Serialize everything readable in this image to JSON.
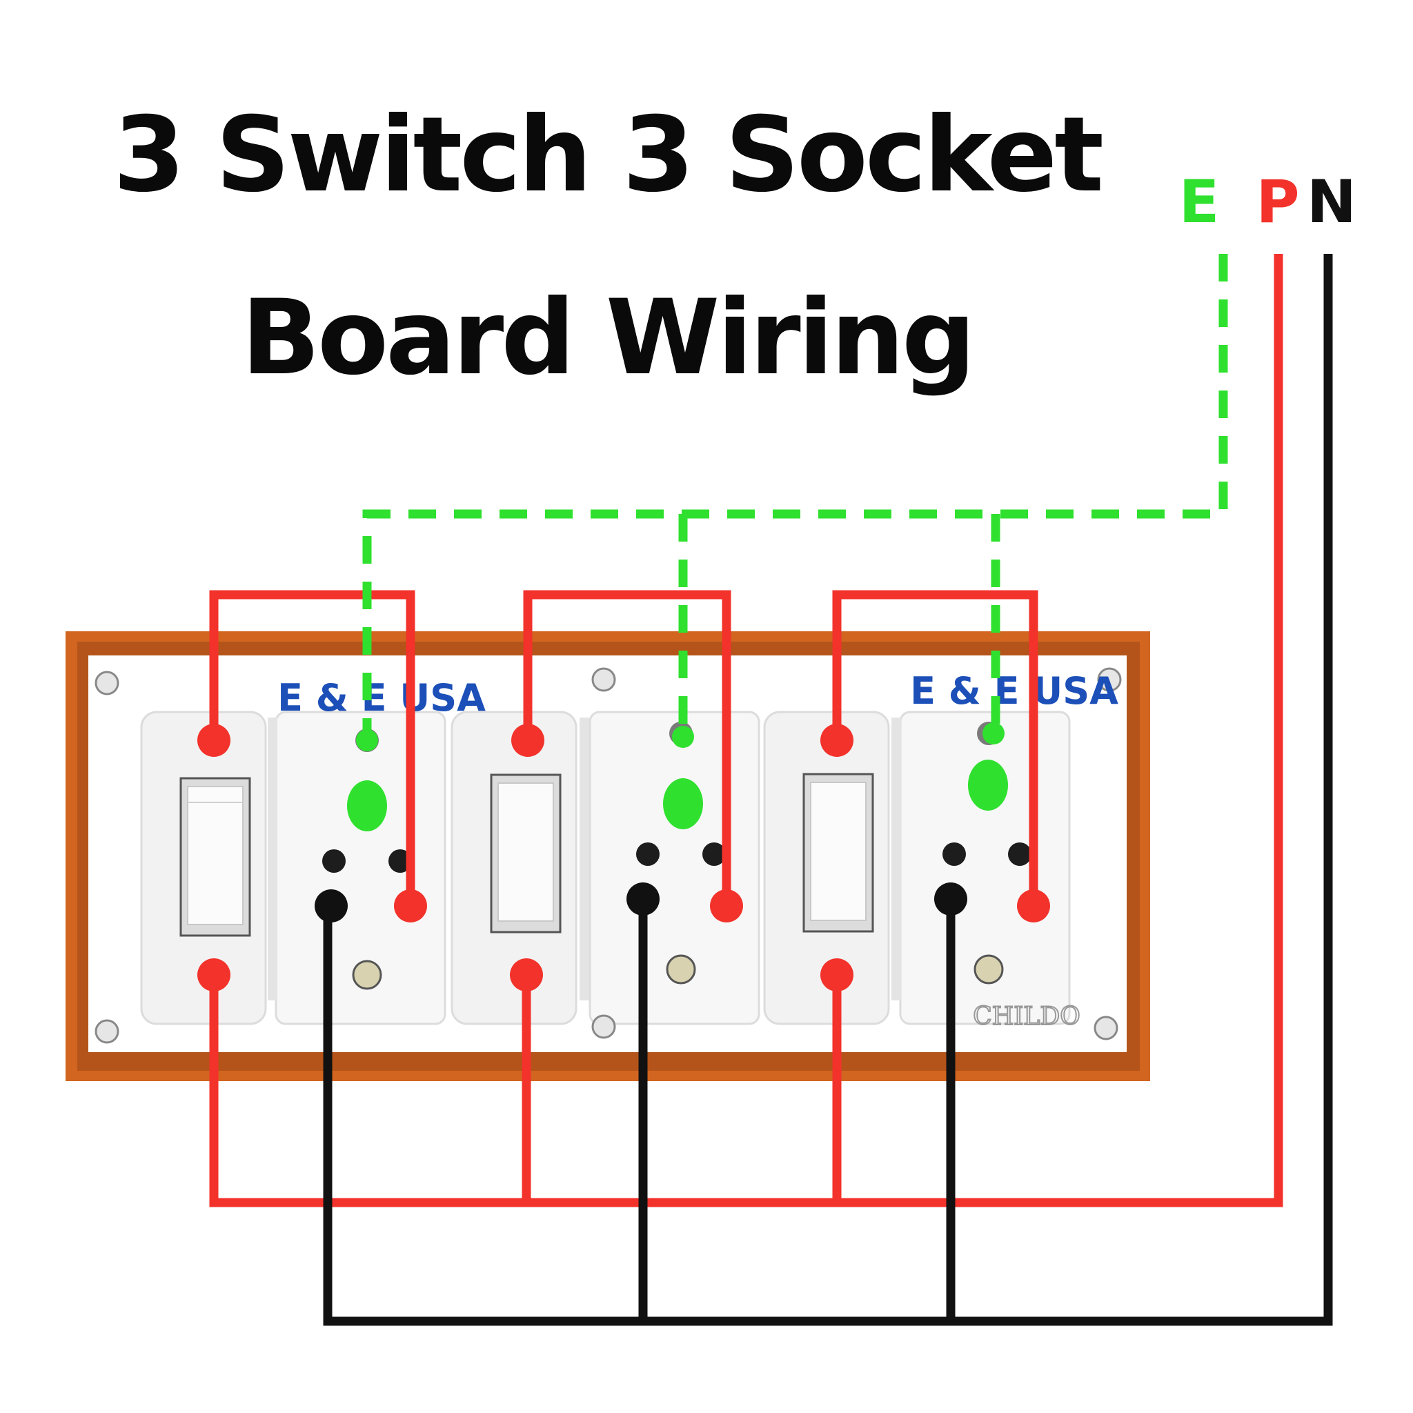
{
  "title": {
    "line1": "3 Switch 3 Socket",
    "line2": "Board Wiring"
  },
  "supply_labels": {
    "earth": "E",
    "phase": "P",
    "neutral": "N"
  },
  "board": {
    "brand_left": "E & E USA",
    "brand_right": "E & E USA",
    "maker_mark": "CHILDO"
  },
  "colors": {
    "earth_wire": "#2fe02f",
    "phase_wire": "#f2322b",
    "neutral_wire": "#111111",
    "board_frame": "#d2651f",
    "brand_text": "#1c4fb8"
  }
}
